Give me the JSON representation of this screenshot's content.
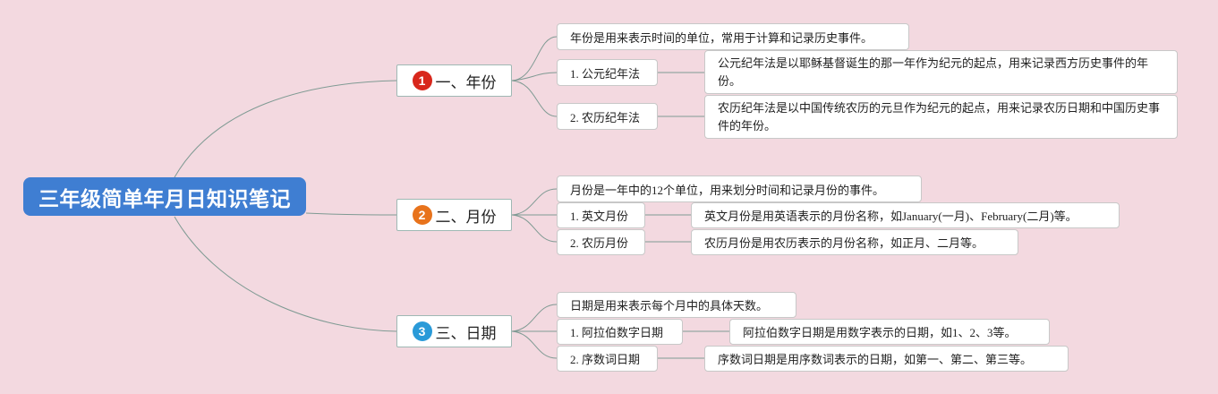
{
  "root": {
    "title": "三年级简单年月日知识笔记"
  },
  "branches": [
    {
      "badge": "1",
      "badge_color": "#d8271c",
      "label": "一、年份",
      "description": "年份是用来表示时间的单位，常用于计算和记录历史事件。",
      "items": [
        {
          "label": "1. 公元纪年法",
          "detail": "公元纪年法是以耶稣基督诞生的那一年作为纪元的起点，用来记录西方历史事件的年份。"
        },
        {
          "label": "2. 农历纪年法",
          "detail": "农历纪年法是以中国传统农历的元旦作为纪元的起点，用来记录农历日期和中国历史事件的年份。"
        }
      ]
    },
    {
      "badge": "2",
      "badge_color": "#e8731c",
      "label": "二、月份",
      "description": "月份是一年中的12个单位，用来划分时间和记录月份的事件。",
      "items": [
        {
          "label": "1. 英文月份",
          "detail": "英文月份是用英语表示的月份名称，如January(一月)、February(二月)等。"
        },
        {
          "label": "2. 农历月份",
          "detail": "农历月份是用农历表示的月份名称，如正月、二月等。"
        }
      ]
    },
    {
      "badge": "3",
      "badge_color": "#2a9ad8",
      "label": "三、日期",
      "description": "日期是用来表示每个月中的具体天数。",
      "items": [
        {
          "label": "1. 阿拉伯数字日期",
          "detail": "阿拉伯数字日期是用数字表示的日期，如1、2、3等。"
        },
        {
          "label": "2. 序数词日期",
          "detail": "序数词日期是用序数词表示的日期，如第一、第二、第三等。"
        }
      ]
    }
  ],
  "colors": {
    "background": "#f3d9e0",
    "root": "#3f7ed2",
    "connector": "#7f9a93"
  }
}
